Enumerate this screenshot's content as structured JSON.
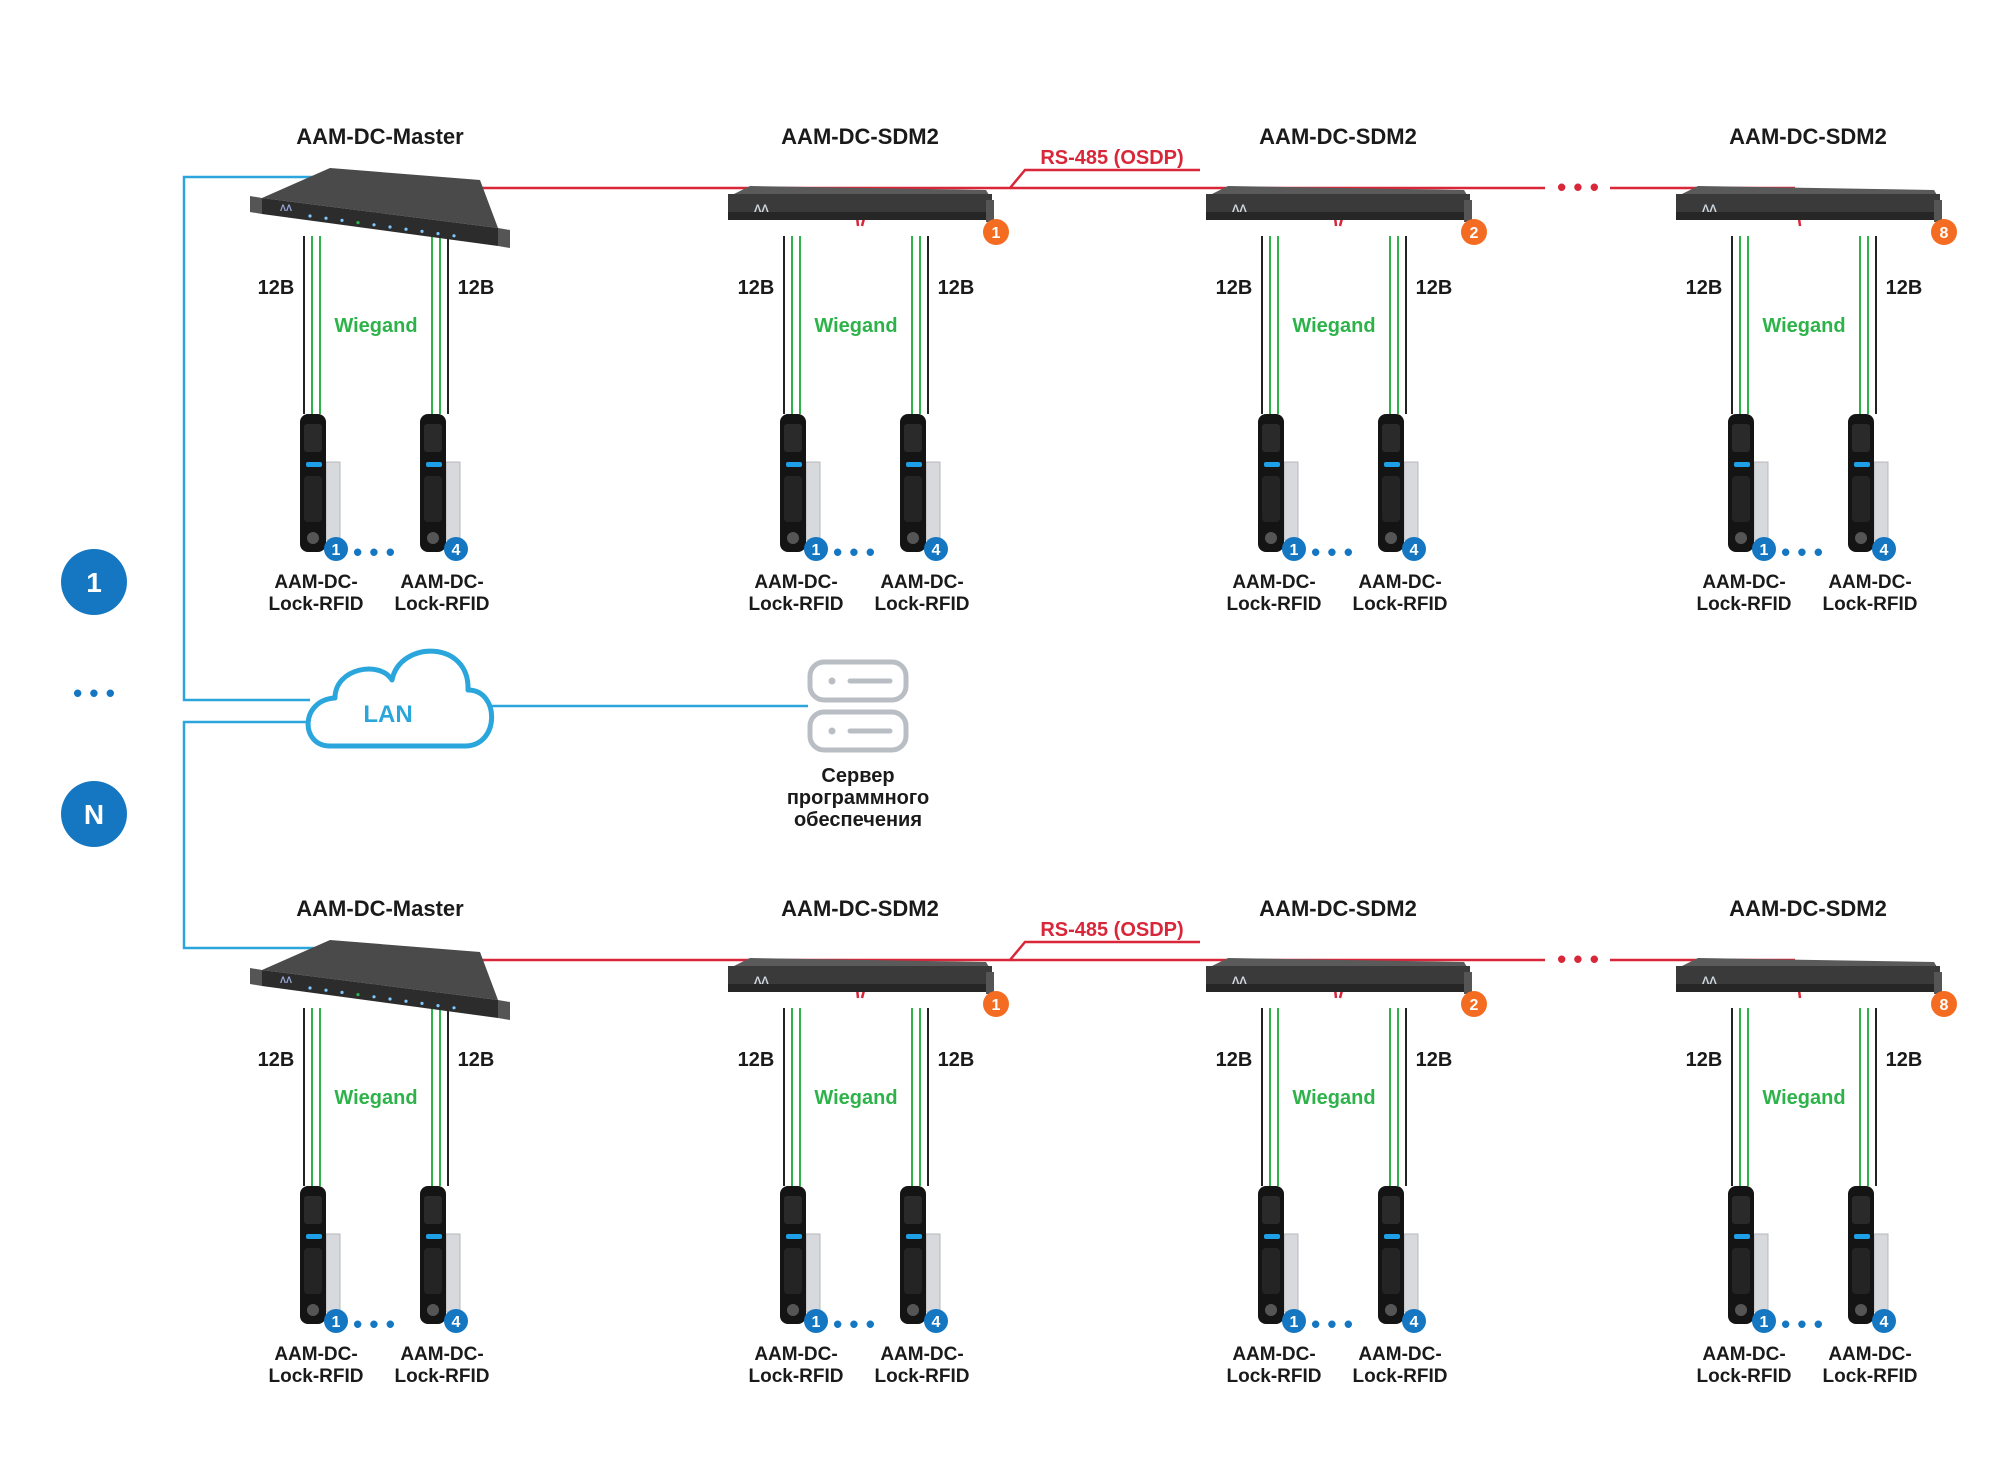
{
  "colors": {
    "lan": "#2aa6dc",
    "rs485": "#d9273a",
    "wiegand": "#2db34a",
    "power": "#222222",
    "blue_badge": "#1577c2",
    "orange_badge": "#f36c21",
    "device": "#3d3d3d"
  },
  "labels": {
    "master": "AAM-DC-Master",
    "slave": "AAM-DC-SDM2",
    "rs485": "RS-485 (OSDP)",
    "voltage": "12В",
    "wiegand": "Wiegand",
    "lock_line1": "AAM-DC-",
    "lock_line2": "Lock-RFID",
    "lock_first": "1",
    "lock_last": "4",
    "ellipsis": "• • •",
    "lan": "LAN",
    "server_line1": "Сервер",
    "server_line2": "программного",
    "server_line3": "обеспечения",
    "segment_first": "1",
    "segment_dots": "• • •",
    "segment_last": "N"
  },
  "slave_numbers": [
    "1",
    "2",
    "8"
  ],
  "icons": {
    "cloud": "cloud-icon",
    "server": "server-icon",
    "controller": "rack-controller-icon",
    "lock": "cabinet-lock-icon"
  }
}
